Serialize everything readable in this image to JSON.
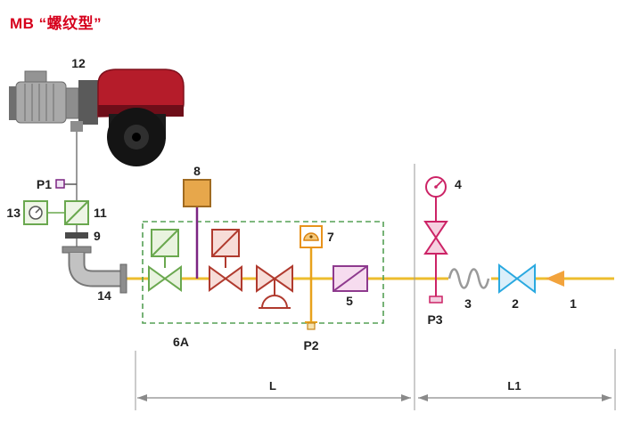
{
  "title": "MB “螺纹型”",
  "colors": {
    "title_red": "#d6001c",
    "pipe_yellow": "#edbd2e",
    "dashed_green": "#55a055",
    "valve_green": "#6aa84f",
    "valve_red": "#b03a2e",
    "switch_orange": "#e8921c",
    "stem_purple": "#7b2482",
    "gauge_magenta": "#cc2366",
    "valve_blue": "#2aa9e0",
    "flow_orange": "#f2a33c",
    "line_gray": "#9a9a9a"
  },
  "labels": {
    "burner": "12",
    "p1": "P1",
    "gauge13": "13",
    "filter11": "11",
    "fitting9": "9",
    "elbow14": "14",
    "box8": "8",
    "group6a": "6A",
    "p2": "P2",
    "valve5": "5",
    "switch7": "7",
    "gauge4": "4",
    "p3": "P3",
    "hose3": "3",
    "valve2": "2",
    "flow1": "1",
    "dim_l": "L",
    "dim_l1": "L1"
  }
}
